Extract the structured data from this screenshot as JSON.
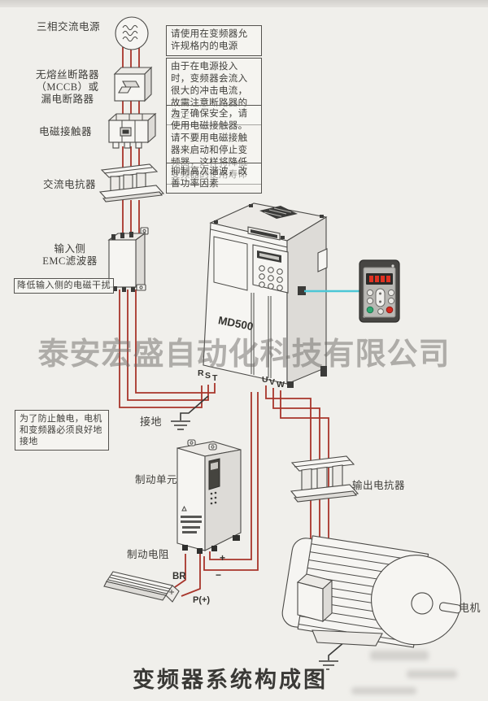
{
  "diagram": {
    "title": "变频器系统构成图",
    "watermark": "泰安宏盛自动化科技有限公司",
    "inverter_model": "MD500"
  },
  "labels": {
    "power_source": "三相交流电源",
    "breaker_l1": "无熔丝断路器",
    "breaker_l2": "（MCCB）或",
    "breaker_l3": "漏电断路器",
    "contactor": "电磁接触器",
    "ac_reactor": "交流电抗器",
    "emc_l1": "输入侧",
    "emc_l2": "EMC滤波器",
    "ground": "接地",
    "brake_unit": "制动单元",
    "brake_resistor": "制动电阻",
    "output_reactor": "输出电抗器",
    "motor": "电机"
  },
  "notes": {
    "power_note": "请使用在变频器允许规格内的电源",
    "breaker_note": "由于在电源投入时，变频器会流入很大的冲击电流，故需注意断路器的选定",
    "contactor_note": "为了确保安全，请使用电磁接触器。请不要用电磁接触器来启动和停止变频器，这样将降低变频器的使用寿命",
    "reactor_note": "抑制高次谐波，改善功率因素",
    "emc_note": "降低输入侧的电磁干扰",
    "ground_note": "为了防止触电，电机和变频器必须良好地接地"
  },
  "terminals": {
    "r": "R",
    "s": "S",
    "t": "T",
    "u": "U",
    "v": "V",
    "w": "W",
    "br": "BR",
    "p_plus": "P(+)",
    "dc_plus": "+",
    "dc_minus": "−"
  },
  "colors": {
    "wire_red": "#a8352b",
    "keypad_link_cyan": "#4cc7d6",
    "outline": "#4b4a47"
  }
}
